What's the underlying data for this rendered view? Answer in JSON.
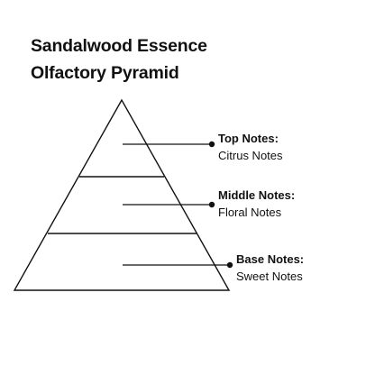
{
  "title": {
    "line1": "Sandalwood Essence",
    "line2": "Olfactory Pyramid"
  },
  "tiers": [
    {
      "heading": "Top Notes:",
      "note": "Citrus Notes"
    },
    {
      "heading": "Middle Notes:",
      "note": "Floral Notes"
    },
    {
      "heading": "Base Notes:",
      "note": "Sweet Notes"
    }
  ],
  "colors": {
    "stroke": "#111111",
    "background": "#ffffff"
  }
}
